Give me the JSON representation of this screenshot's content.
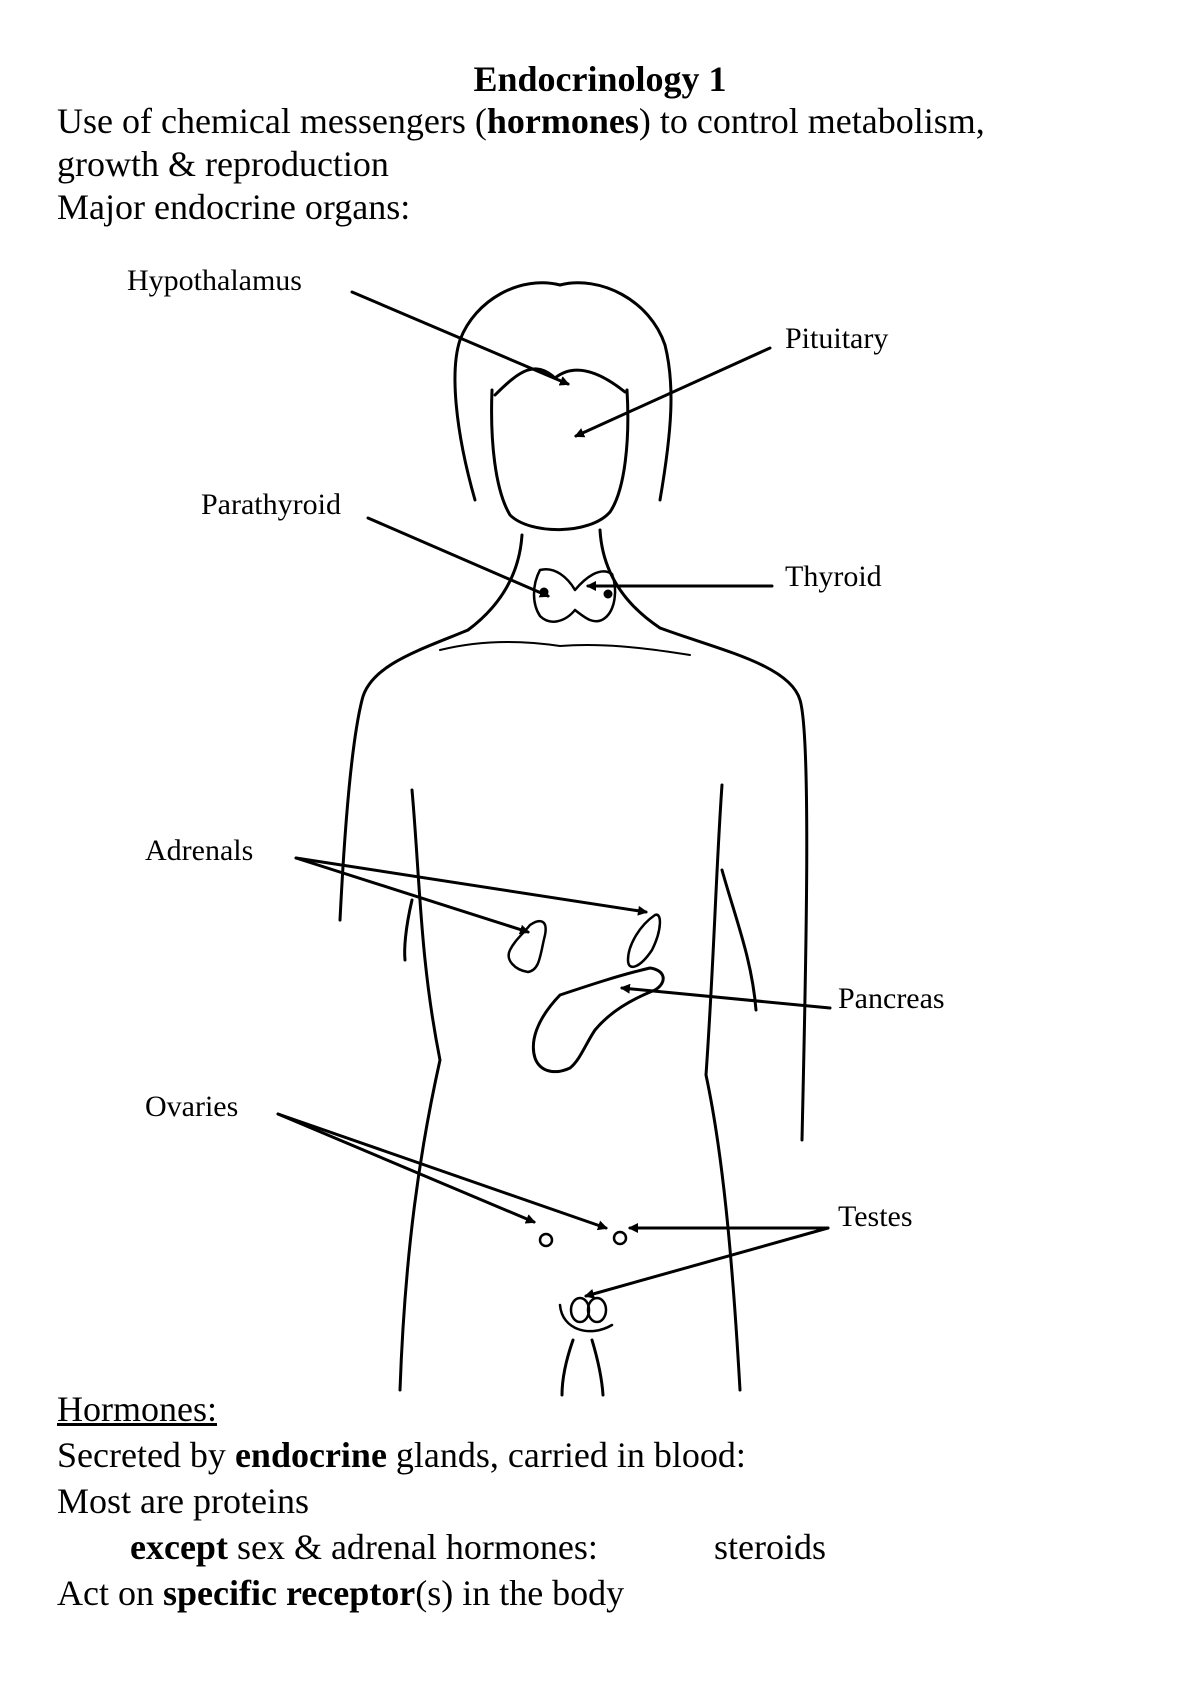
{
  "title": "Endocrinology 1",
  "intro": {
    "p1_before": "Use of chemical messengers (",
    "p1_bold": "hormones",
    "p1_after": ") to control metabolism,",
    "p1_cont": "growth & reproduction",
    "p2": "Major endocrine organs:"
  },
  "diagram": {
    "labels": {
      "hypothalamus": "Hypothalamus",
      "pituitary": "Pituitary",
      "parathyroid": "Parathyroid",
      "thyroid": "Thyroid",
      "adrenals": "Adrenals",
      "pancreas": "Pancreas",
      "ovaries": "Ovaries",
      "testes": "Testes"
    }
  },
  "hormones": {
    "heading": "Hormones:",
    "l1_before": "Secreted by ",
    "l1_bold": "endocrine",
    "l1_after": " glands, carried in blood:",
    "l2": "Most are proteins",
    "l3_bold": "except",
    "l3_mid": " sex & adrenal hormones:",
    "l3_end": "steroids",
    "l4_before": "Act on ",
    "l4_bold": "specific receptor",
    "l4_after": "(s) in the body"
  }
}
